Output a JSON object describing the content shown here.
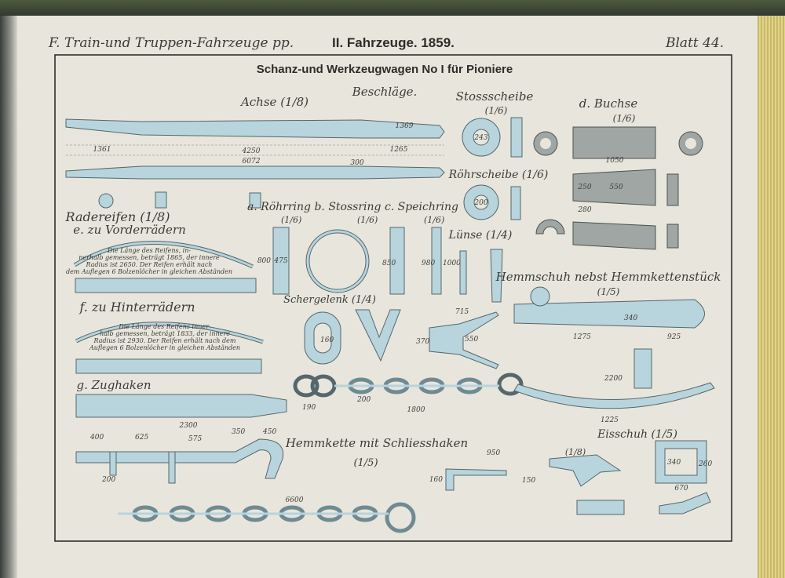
{
  "header": {
    "section": "F. Train-und Truppen-Fahrzeuge pp.",
    "volume": "II. Fahrzeuge. 1859.",
    "sheet": "Blatt 44."
  },
  "title": "Schanz-und Werkzeugwagen No I für Pioniere",
  "subtitle": "Beschläge.",
  "labels": {
    "achse": "Achse (1/8)",
    "stossscheibe": "Stossscheibe",
    "stossscheibe_scale": "(1/6)",
    "buchse": "d. Buchse",
    "buchse_scale": "(1/6)",
    "roehrscheibe": "Röhrscheibe (1/6)",
    "ringe": "a. Röhrring b. Stossring c. Speichring",
    "ringe_scales": [
      "(1/6)",
      "(1/6)",
      "(1/6)"
    ],
    "radereifen": "Radereifen (1/8)",
    "vorderraedern": "e. zu Vorderrädern",
    "vorder_note": [
      "Die Länge des Reifens, in-",
      "nerhalb gemessen, beträgt 1865, der innere",
      "Radius ist 2650. Der Reifen erhält nach",
      "dem Auflegen 6 Bolzenlöcher in gleichen Abständen"
    ],
    "hinterraedern": "f. zu Hinterrädern",
    "hinter_note": [
      "Die Länge des Reifens inner-",
      "halb gemessen, beträgt 1833, der innere",
      "Radius ist 2930. Der Reifen erhält nach dem",
      "Auflegen 6 Bolzenlöcher in gleichen Abständen"
    ],
    "zughaken": "g. Zughaken",
    "luense": "Lünse (1/4)",
    "hemmschuh": "Hemmschuh nebst Hemmkettenstück",
    "hemmschuh_scale": "(1/5)",
    "schergelenk": "Schergelenk (1/4)",
    "hemmkette": "Hemmkette mit Schliesshaken",
    "hemmkette_scale": "(1/5)",
    "eisschuh": "Eisschuh (1/5)",
    "eisschuh_scale": "(1/8)"
  },
  "dimensions": {
    "achse_total": "6072",
    "achse_mid": "4250",
    "achse_left": "1361",
    "achse_right": "1265",
    "achse_end": "1369",
    "achse_300": "300",
    "stoss_243": "243",
    "roehr_200": "200",
    "buchse_1050": "1050",
    "buchse_550": "550",
    "buchse_250": "250",
    "buchse_280": "280",
    "ring_800": "800",
    "ring_475": "475",
    "ring_850": "850",
    "ring_980": "980",
    "ring_1000": "1000",
    "scher_160": "160",
    "scher_550": "550",
    "scher_370": "370",
    "scher_715": "715",
    "kette_1800": "1800",
    "kette_190": "190",
    "kette_200": "200",
    "hemm_1275": "1275",
    "hemm_925": "925",
    "hemm_2200": "2200",
    "hemm_1225": "1225",
    "hemm_340": "340",
    "zug_2300": "2300",
    "zug_400": "400",
    "zug_625": "625",
    "zug_575": "575",
    "zug_350": "350",
    "zug_450": "450",
    "zug_200": "200",
    "kette2_6600": "6600",
    "schliess_950": "950",
    "schliess_160": "160",
    "schliess_150": "150",
    "eis_670": "670",
    "eis_340": "340",
    "eis_260": "260"
  },
  "colors": {
    "paper": "#e8e6dc",
    "part": "#b8d4dc",
    "ink": "#3a3a38"
  }
}
